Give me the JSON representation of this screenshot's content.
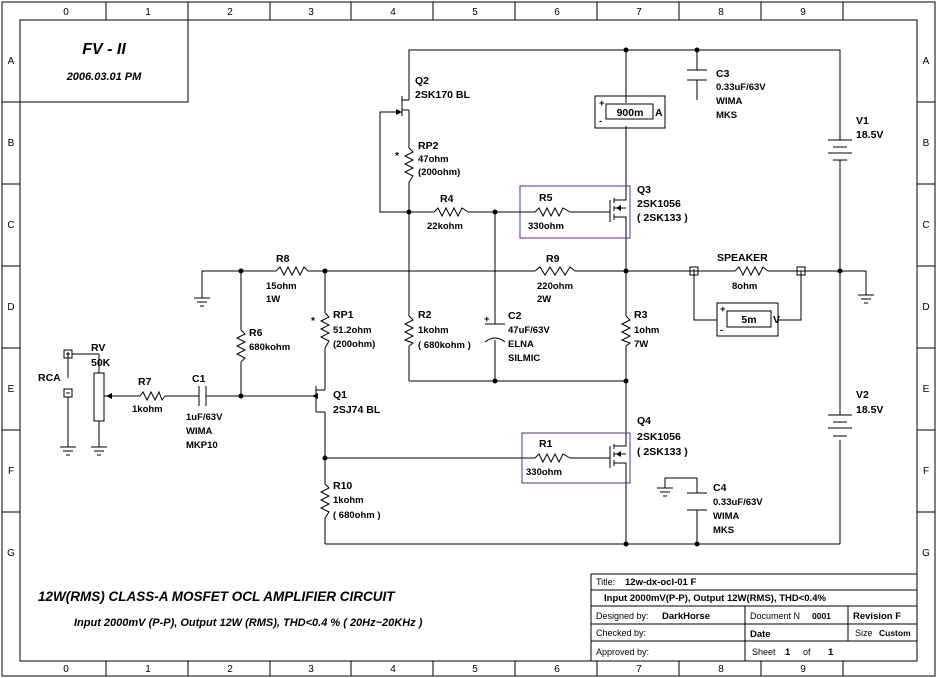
{
  "border": {
    "columns": [
      "0",
      "1",
      "2",
      "3",
      "4",
      "5",
      "6",
      "7",
      "8",
      "9"
    ],
    "rows": [
      "A",
      "B",
      "C",
      "D",
      "E",
      "F",
      "G"
    ]
  },
  "header": {
    "title": "FV - II",
    "date": "2006.03.01 PM"
  },
  "components": {
    "q2": {
      "ref": "Q2",
      "part": "2SK170 BL"
    },
    "rp2": {
      "ref": "RP2",
      "value": "47ohm",
      "alt": "(200ohm)",
      "mark": "*"
    },
    "r4": {
      "ref": "R4",
      "value": "22kohm"
    },
    "r5": {
      "ref": "R5",
      "value": "330ohm"
    },
    "q3": {
      "ref": "Q3",
      "part": "2SK1056",
      "alt": "( 2SK133 )"
    },
    "c3": {
      "ref": "C3",
      "value": "0.33uF/63V",
      "brand": "WIMA",
      "type": "MKS"
    },
    "v1": {
      "ref": "V1",
      "value": "18.5V"
    },
    "ammeter": {
      "reading": "900m",
      "unit": "A",
      "plus": "+",
      "minus": "-"
    },
    "r8": {
      "ref": "R8",
      "value": "15ohm",
      "power": "1W"
    },
    "r9": {
      "ref": "R9",
      "value": "220ohm",
      "power": "2W"
    },
    "speaker": {
      "ref": "SPEAKER",
      "value": "8ohm"
    },
    "voltmeter": {
      "reading": "5m",
      "unit": "V",
      "plus": "+",
      "minus": "-"
    },
    "rp1": {
      "ref": "RP1",
      "value": "51.2ohm",
      "alt": "(200ohm)",
      "mark": "*"
    },
    "r6": {
      "ref": "R6",
      "value": "680kohm"
    },
    "r2": {
      "ref": "R2",
      "value": "1kohm",
      "alt": "( 680kohm )"
    },
    "c2": {
      "ref": "C2",
      "value": "47uF/63V",
      "brand": "ELNA",
      "type": "SILMIC"
    },
    "r3": {
      "ref": "R3",
      "value": "1ohm",
      "power": "7W"
    },
    "rv": {
      "ref": "RV",
      "value": "50K"
    },
    "rca": {
      "ref": "RCA"
    },
    "r7": {
      "ref": "R7",
      "value": "1kohm"
    },
    "c1": {
      "ref": "C1",
      "value": "1uF/63V",
      "brand": "WIMA",
      "type": "MKP10"
    },
    "q1": {
      "ref": "Q1",
      "part": "2SJ74 BL"
    },
    "v2": {
      "ref": "V2",
      "value": "18.5V"
    },
    "r1": {
      "ref": "R1",
      "value": "330ohm"
    },
    "q4": {
      "ref": "Q4",
      "part": "2SK1056",
      "alt": "( 2SK133 )"
    },
    "r10": {
      "ref": "R10",
      "value": "1kohm",
      "alt": "( 680ohm )"
    },
    "c4": {
      "ref": "C4",
      "value": "0.33uF/63V",
      "brand": "WIMA",
      "type": "MKS"
    }
  },
  "caption": {
    "title": "12W(RMS) CLASS-A  MOSFET OCL AMPLIFIER CIRCUIT",
    "subtitle": "Input 2000mV (P-P), Output 12W (RMS), THD<0.4 % ( 20Hz~20KHz )"
  },
  "title_block": {
    "title_label": "Title:",
    "title_value": "12w-dx-ocl-01 F",
    "description": "Input 2000mV(P-P), Output 12W(RMS), THD<0.4%",
    "designed_label": "Designed by:",
    "designed_value": "DarkHorse",
    "document_label": "Document N",
    "document_value": "0001",
    "revision": "Revision F",
    "checked_label": "Checked by:",
    "date_label": "Date",
    "size_label": "Size",
    "size_value": "Custom",
    "approved_label": "Approved by:",
    "sheet_label": "Sheet",
    "sheet_value": "1",
    "of_label": "of",
    "of_value": "1"
  }
}
